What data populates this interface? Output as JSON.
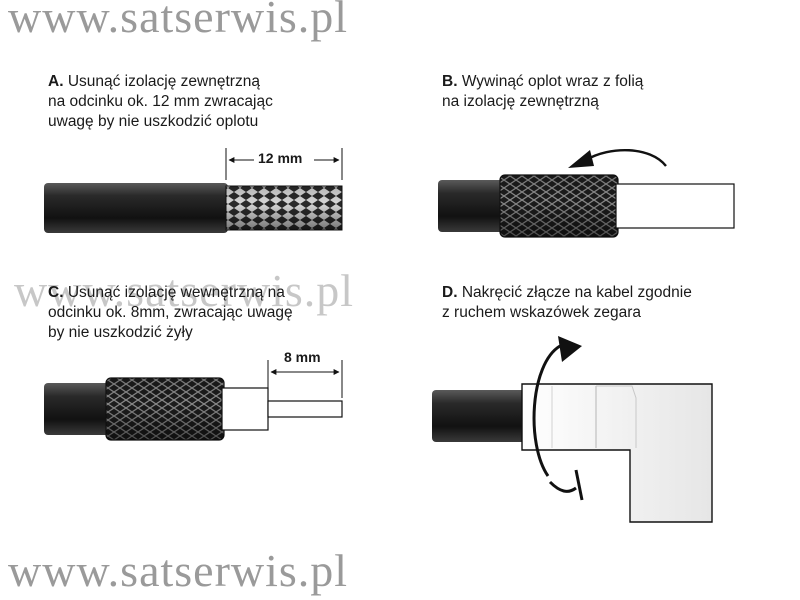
{
  "watermark": "www.satserwis.pl",
  "panels": {
    "a": {
      "letter": "A.",
      "lines": [
        "Usunąć izolację zewnętrzną",
        "na odcinku ok. 12 mm zwracając",
        "uwagę by nie uszkodzić oplotu"
      ],
      "dimension": "12 mm"
    },
    "b": {
      "letter": "B.",
      "lines": [
        "Wywinąć oplot wraz z folią",
        "na izolację zewnętrzną"
      ]
    },
    "c": {
      "letter": "C.",
      "lines": [
        "Usunąć izolację wewnętrzną na",
        "odcinku ok. 8mm, zwracając uwagę",
        "by nie uszkodzić żyły"
      ],
      "dimension": "8 mm"
    },
    "d": {
      "letter": "D.",
      "lines": [
        "Nakręcić złącze na kabel zgodnie",
        "z ruchem wskazówek zegara"
      ]
    }
  },
  "colors": {
    "jacket": "#1e1e1e",
    "braid": "#2a2a2a",
    "dielectric": "#ffffff",
    "outline": "#111111",
    "text": "#1a1a1a",
    "watermark": "#9a9a9a"
  }
}
